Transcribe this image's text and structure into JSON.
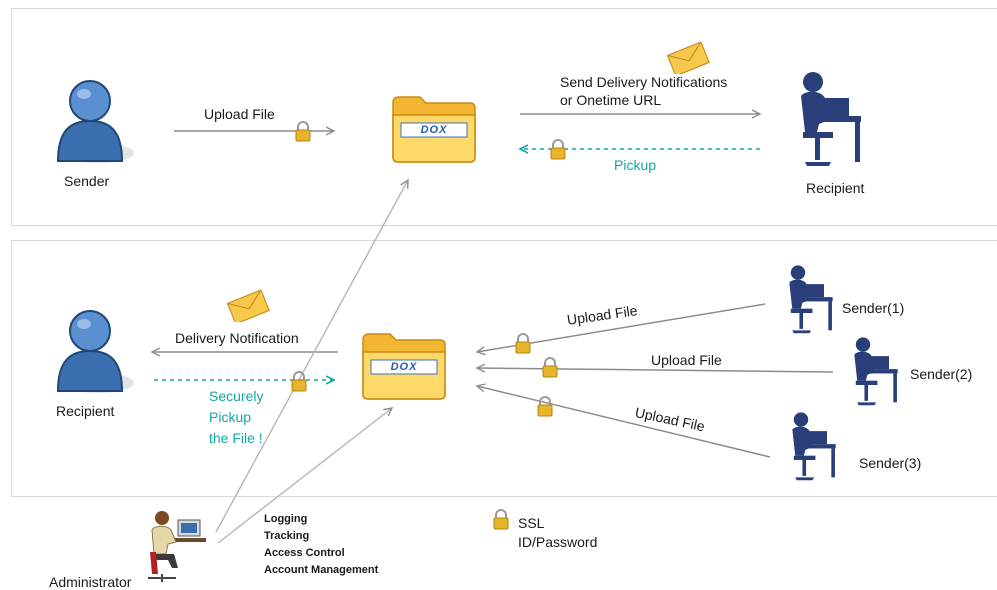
{
  "top": {
    "sender": "Sender",
    "upload": "Upload File",
    "notify_line1": "Send Delivery Notifications",
    "notify_line2": "or Onetime URL",
    "pickup": "Pickup",
    "recipient": "Recipient",
    "folder_logo": "DOX"
  },
  "bottom": {
    "recipient": "Recipient",
    "delivery": "Delivery Notification",
    "secure_1": "Securely",
    "secure_2": "Pickup",
    "secure_3": "the File !",
    "upload_1": "Upload File",
    "upload_2": "Upload File",
    "upload_3": "Upload File",
    "sender_1": "Sender(1)",
    "sender_2": "Sender(2)",
    "sender_3": "Sender(3)",
    "folder_logo": "DOX"
  },
  "admin": {
    "label": "Administrator",
    "functions": [
      "Logging",
      "Tracking",
      "Access Control",
      "Account Management"
    ]
  },
  "legend": {
    "line1": "SSL",
    "line2": "ID/Password"
  },
  "colors": {
    "arrow": "#8c8c8c",
    "pickup": "#13a5a5",
    "person_blue": "#3b6fb0",
    "silhouette": "#2a3f7a",
    "folder": "#f5c542",
    "envelope": "#f6c84c",
    "lock": "#e8b52a"
  }
}
